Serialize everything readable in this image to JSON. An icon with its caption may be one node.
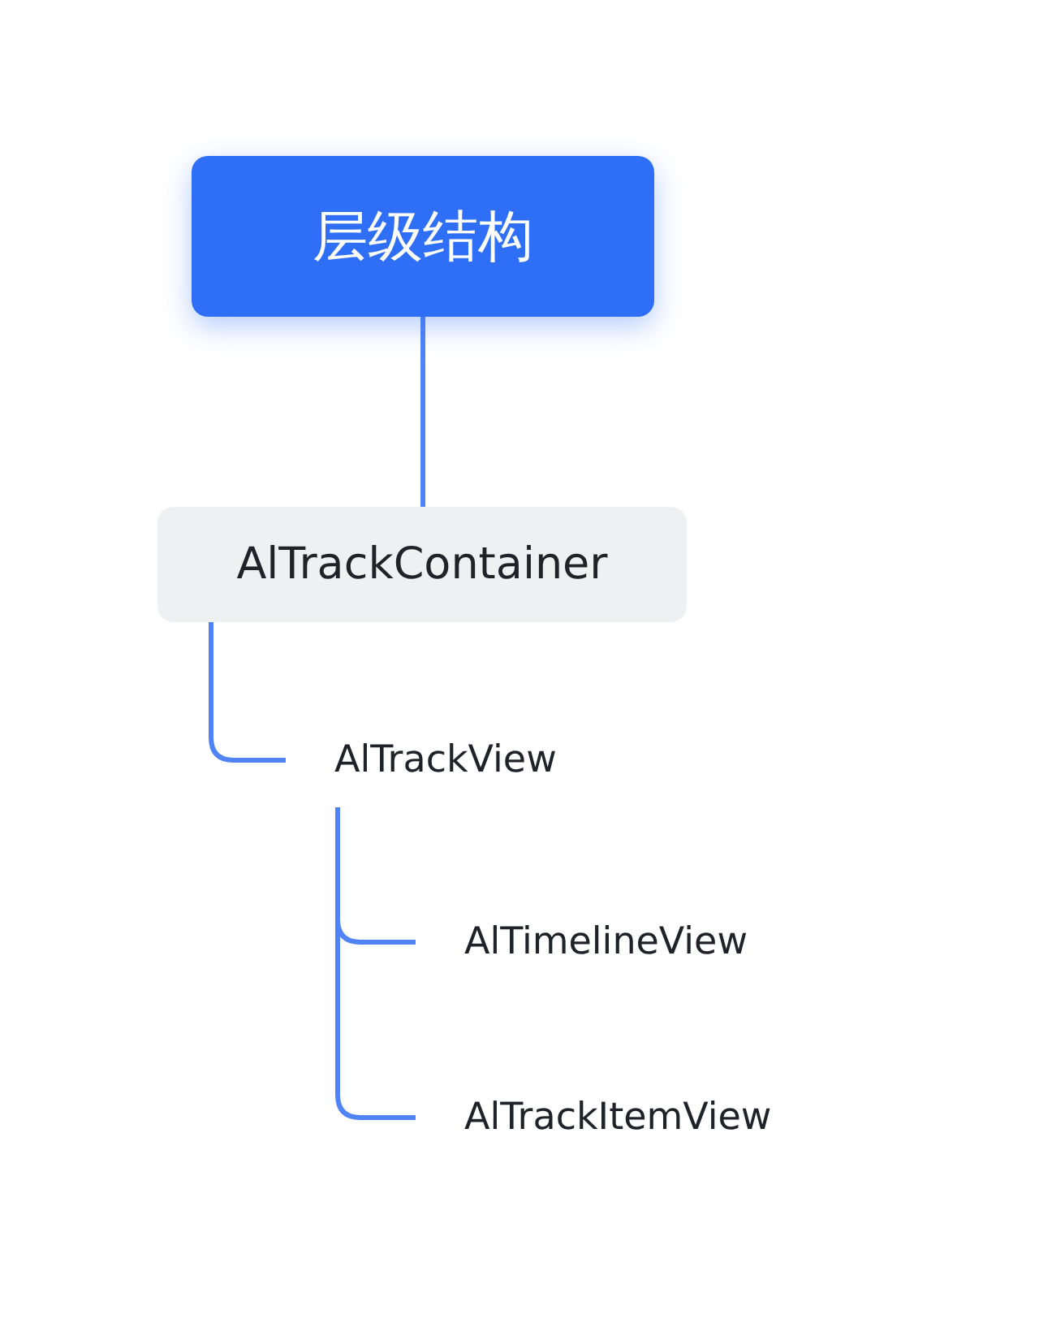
{
  "diagram": {
    "nodes": [
      {
        "text": [
          "层级结构"
        ]
      },
      {
        "text": [
          "AlTrackContainer"
        ]
      },
      {
        "text": [
          "AlTrackView"
        ]
      },
      {
        "text": [
          "AlTimelineView"
        ]
      },
      {
        "text": [
          "AlTrackItemView"
        ]
      }
    ],
    "edges": [
      {
        "from": 0,
        "to": 1,
        "arrow": "none"
      },
      {
        "from": 1,
        "to": 2,
        "arrow": "none"
      },
      {
        "from": 2,
        "to": 3,
        "arrow": "none"
      },
      {
        "from": 2,
        "to": 4,
        "arrow": "none"
      }
    ]
  }
}
